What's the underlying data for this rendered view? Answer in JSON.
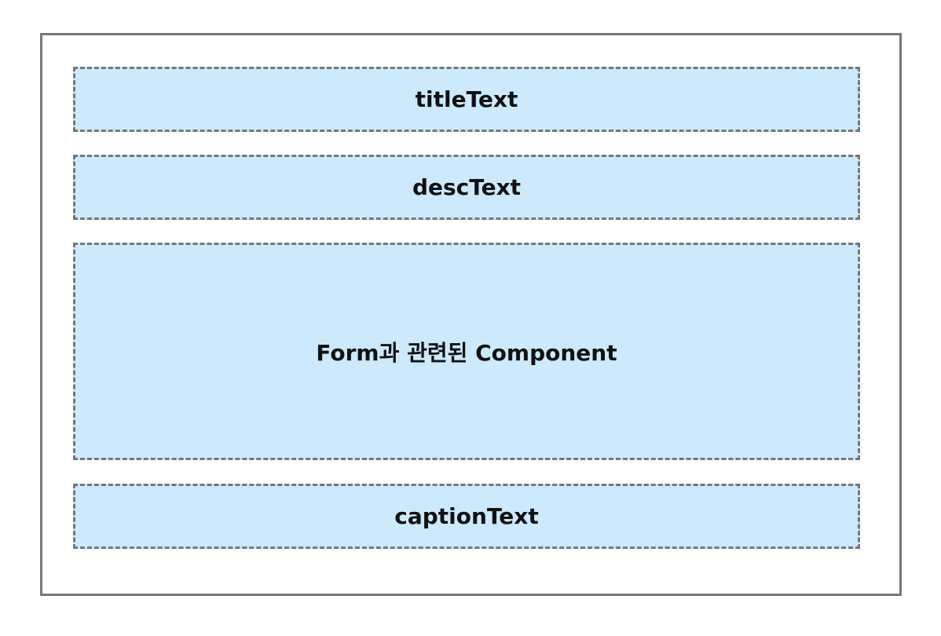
{
  "diagram": {
    "slots": {
      "title": {
        "label": "titleText"
      },
      "desc": {
        "label": "descText"
      },
      "form": {
        "label": "Form과 관련된 Component"
      },
      "caption": {
        "label": "captionText"
      }
    },
    "colors": {
      "slot_fill": "#cdeafd",
      "border": "#777777",
      "text": "#111111",
      "background": "#ffffff"
    }
  }
}
